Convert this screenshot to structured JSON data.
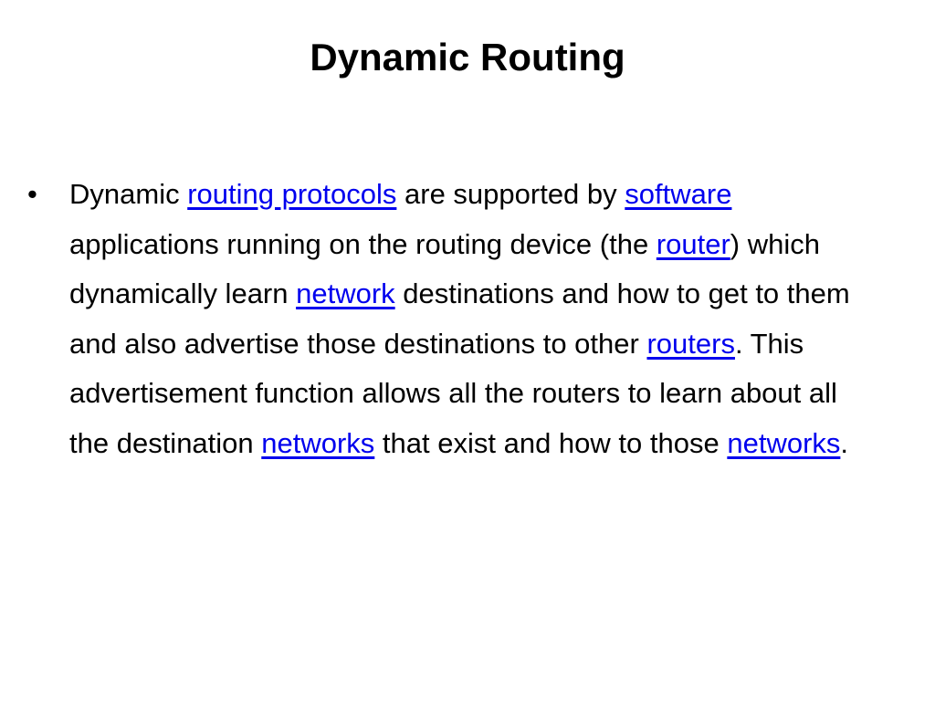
{
  "slide": {
    "title": "Dynamic Routing",
    "bullet_glyph": "•",
    "bullet": {
      "t1": "Dynamic ",
      "link_routing_protocols": "routing protocols",
      "t2": " are supported by ",
      "link_software": "software",
      "t3": " applications running on the routing device (the ",
      "link_router": "router",
      "t4": ") which dynamically learn ",
      "link_network": "network",
      "t5": " destinations and how to get to them and also advertise those destinations to other ",
      "link_routers": "routers",
      "t6": ". This advertisement function allows all the routers to learn about all the destination ",
      "link_networks_1": "networks",
      "t7": " that exist and how to those ",
      "link_networks_2": "networks",
      "t8": "."
    }
  },
  "colors": {
    "link": "#0000ee",
    "text": "#000000",
    "background": "#ffffff"
  }
}
